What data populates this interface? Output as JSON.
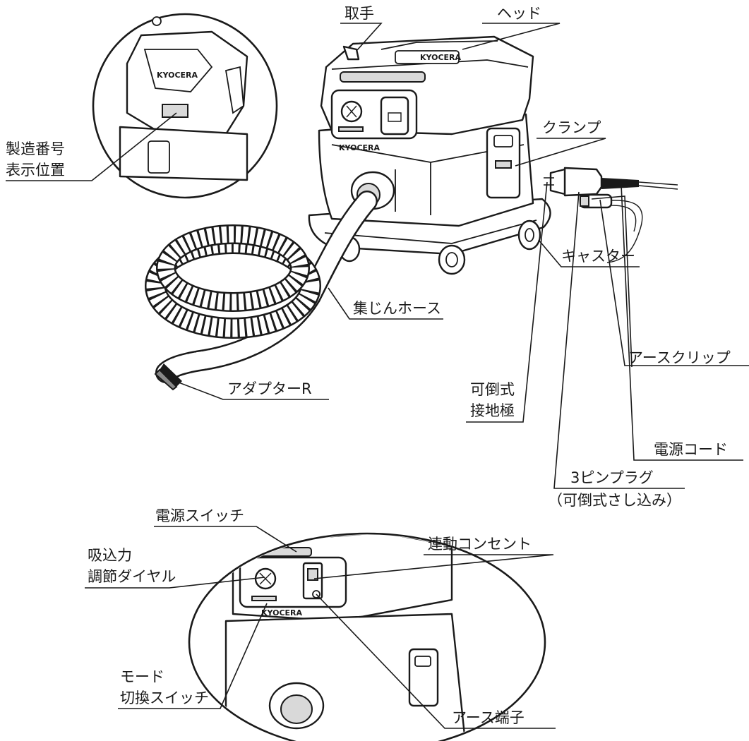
{
  "brand": "KYOCERA",
  "labels": {
    "handle": "取手",
    "head": "ヘッド",
    "serial_line1": "製造番号",
    "serial_line2": "表示位置",
    "clamp": "クランプ",
    "caster": "キャスター",
    "hose": "集じんホース",
    "adapter": "アダプターR",
    "earth_clip": "アースクリップ",
    "ground_line1": "可倒式",
    "ground_line2": "接地極",
    "cord": "電源コード",
    "plug_line1": "3ピンプラグ",
    "plug_line2": "（可倒式さし込み）",
    "power_switch": "電源スイッチ",
    "dial_line1": "吸込力",
    "dial_line2": "調節ダイヤル",
    "outlet": "連動コンセント",
    "mode_line1": "モード",
    "mode_line2": "切換スイッチ",
    "earth_terminal": "アース端子"
  }
}
